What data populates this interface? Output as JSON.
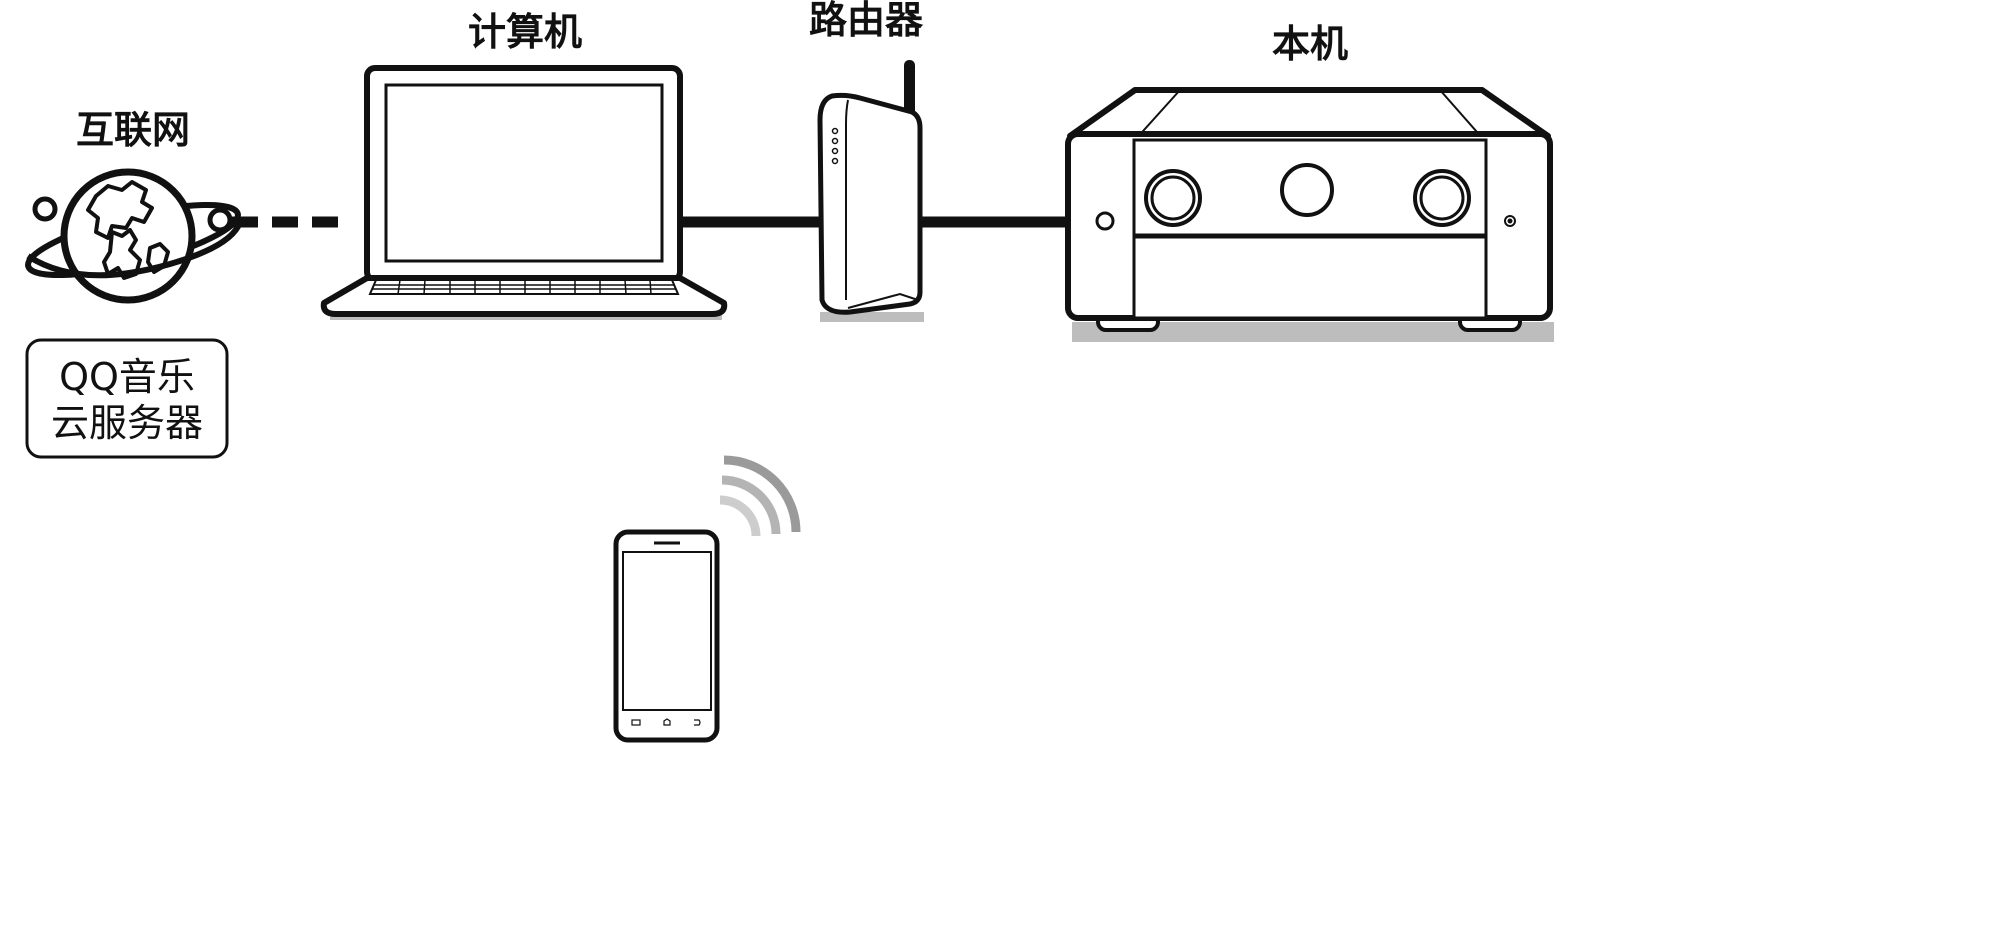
{
  "labels": {
    "internet": "互联网",
    "computer": "计算机",
    "router": "路由器",
    "unit": "本机"
  },
  "server_box": {
    "line1": "QQ音乐",
    "line2": "云服务器"
  },
  "colors": {
    "stroke": "#111111",
    "background": "#ffffff",
    "wifi": "#9a9a9a",
    "shadow": "#bdbdbd"
  },
  "icons": [
    "globe-icon",
    "laptop-icon",
    "router-icon",
    "av-receiver-icon",
    "smartphone-icon",
    "wifi-signal-icon"
  ]
}
